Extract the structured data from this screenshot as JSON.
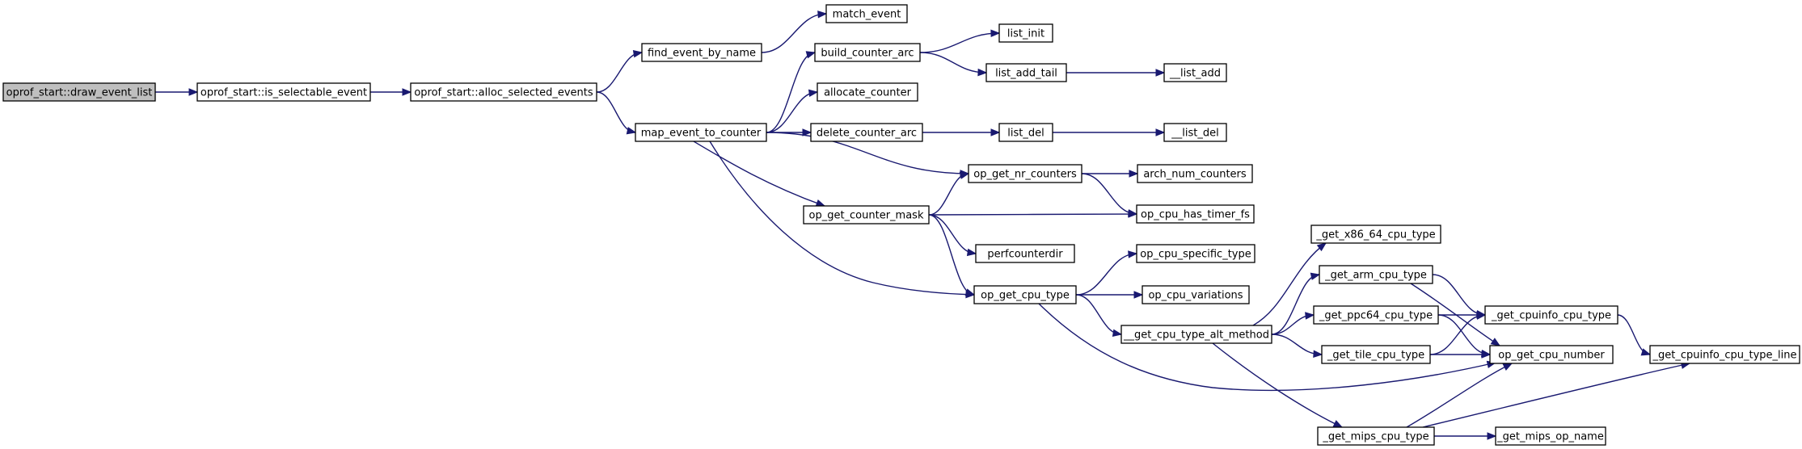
{
  "diagram": {
    "edge_color": "#191970",
    "root_fill": "#bfbfbf",
    "nodes": [
      {
        "id": "draw_event_list",
        "label": "oprof_start::draw_event_list",
        "root": true
      },
      {
        "id": "is_selectable_event",
        "label": "oprof_start::is_selectable_event"
      },
      {
        "id": "alloc_selected_events",
        "label": "oprof_start::alloc_selected_events"
      },
      {
        "id": "find_event_by_name",
        "label": "find_event_by_name"
      },
      {
        "id": "map_event_to_counter",
        "label": "map_event_to_counter"
      },
      {
        "id": "match_event",
        "label": "match_event"
      },
      {
        "id": "build_counter_arc",
        "label": "build_counter_arc"
      },
      {
        "id": "allocate_counter",
        "label": "allocate_counter"
      },
      {
        "id": "delete_counter_arc",
        "label": "delete_counter_arc"
      },
      {
        "id": "op_get_counter_mask",
        "label": "op_get_counter_mask"
      },
      {
        "id": "op_get_nr_counters",
        "label": "op_get_nr_counters"
      },
      {
        "id": "op_get_cpu_type",
        "label": "op_get_cpu_type"
      },
      {
        "id": "list_init",
        "label": "list_init"
      },
      {
        "id": "list_add_tail",
        "label": "list_add_tail"
      },
      {
        "id": "list_del",
        "label": "list_del"
      },
      {
        "id": "perfcounterdir",
        "label": "perfcounterdir"
      },
      {
        "id": "__list_add",
        "label": "__list_add"
      },
      {
        "id": "__list_del",
        "label": "__list_del"
      },
      {
        "id": "arch_num_counters",
        "label": "arch_num_counters"
      },
      {
        "id": "op_cpu_has_timer_fs",
        "label": "op_cpu_has_timer_fs"
      },
      {
        "id": "op_cpu_specific_type",
        "label": "op_cpu_specific_type"
      },
      {
        "id": "op_cpu_variations",
        "label": "op_cpu_variations"
      },
      {
        "id": "__get_cpu_type_alt_method",
        "label": "__get_cpu_type_alt_method"
      },
      {
        "id": "_get_x86_64_cpu_type",
        "label": "_get_x86_64_cpu_type"
      },
      {
        "id": "_get_arm_cpu_type",
        "label": "_get_arm_cpu_type"
      },
      {
        "id": "_get_ppc64_cpu_type",
        "label": "_get_ppc64_cpu_type"
      },
      {
        "id": "_get_tile_cpu_type",
        "label": "_get_tile_cpu_type"
      },
      {
        "id": "_get_mips_cpu_type",
        "label": "_get_mips_cpu_type"
      },
      {
        "id": "_get_cpuinfo_cpu_type",
        "label": "_get_cpuinfo_cpu_type"
      },
      {
        "id": "op_get_cpu_number",
        "label": "op_get_cpu_number"
      },
      {
        "id": "_get_mips_op_name",
        "label": "_get_mips_op_name"
      },
      {
        "id": "_get_cpuinfo_cpu_type_line",
        "label": "_get_cpuinfo_cpu_type_line"
      }
    ],
    "edges": [
      [
        "draw_event_list",
        "is_selectable_event"
      ],
      [
        "is_selectable_event",
        "alloc_selected_events"
      ],
      [
        "alloc_selected_events",
        "find_event_by_name"
      ],
      [
        "alloc_selected_events",
        "map_event_to_counter"
      ],
      [
        "find_event_by_name",
        "match_event"
      ],
      [
        "map_event_to_counter",
        "build_counter_arc"
      ],
      [
        "map_event_to_counter",
        "allocate_counter"
      ],
      [
        "map_event_to_counter",
        "delete_counter_arc"
      ],
      [
        "map_event_to_counter",
        "op_get_nr_counters"
      ],
      [
        "map_event_to_counter",
        "op_get_counter_mask"
      ],
      [
        "map_event_to_counter",
        "op_get_cpu_type"
      ],
      [
        "build_counter_arc",
        "list_init"
      ],
      [
        "build_counter_arc",
        "list_add_tail"
      ],
      [
        "list_add_tail",
        "__list_add"
      ],
      [
        "delete_counter_arc",
        "list_del"
      ],
      [
        "list_del",
        "__list_del"
      ],
      [
        "op_get_counter_mask",
        "op_get_nr_counters"
      ],
      [
        "op_get_counter_mask",
        "op_cpu_has_timer_fs"
      ],
      [
        "op_get_counter_mask",
        "perfcounterdir"
      ],
      [
        "op_get_counter_mask",
        "op_get_cpu_type"
      ],
      [
        "op_get_nr_counters",
        "arch_num_counters"
      ],
      [
        "op_get_nr_counters",
        "op_cpu_has_timer_fs"
      ],
      [
        "op_get_cpu_type",
        "op_cpu_specific_type"
      ],
      [
        "op_get_cpu_type",
        "op_cpu_variations"
      ],
      [
        "op_get_cpu_type",
        "__get_cpu_type_alt_method"
      ],
      [
        "op_get_cpu_type",
        "op_get_cpu_number"
      ],
      [
        "__get_cpu_type_alt_method",
        "_get_x86_64_cpu_type"
      ],
      [
        "__get_cpu_type_alt_method",
        "_get_arm_cpu_type"
      ],
      [
        "__get_cpu_type_alt_method",
        "_get_ppc64_cpu_type"
      ],
      [
        "__get_cpu_type_alt_method",
        "_get_tile_cpu_type"
      ],
      [
        "__get_cpu_type_alt_method",
        "_get_mips_cpu_type"
      ],
      [
        "_get_arm_cpu_type",
        "_get_cpuinfo_cpu_type"
      ],
      [
        "_get_arm_cpu_type",
        "op_get_cpu_number"
      ],
      [
        "_get_ppc64_cpu_type",
        "_get_cpuinfo_cpu_type"
      ],
      [
        "_get_ppc64_cpu_type",
        "op_get_cpu_number"
      ],
      [
        "_get_tile_cpu_type",
        "_get_cpuinfo_cpu_type"
      ],
      [
        "_get_tile_cpu_type",
        "op_get_cpu_number"
      ],
      [
        "_get_mips_cpu_type",
        "op_get_cpu_number"
      ],
      [
        "_get_mips_cpu_type",
        "_get_mips_op_name"
      ],
      [
        "_get_mips_cpu_type",
        "_get_cpuinfo_cpu_type_line"
      ],
      [
        "_get_cpuinfo_cpu_type",
        "_get_cpuinfo_cpu_type_line"
      ]
    ]
  }
}
